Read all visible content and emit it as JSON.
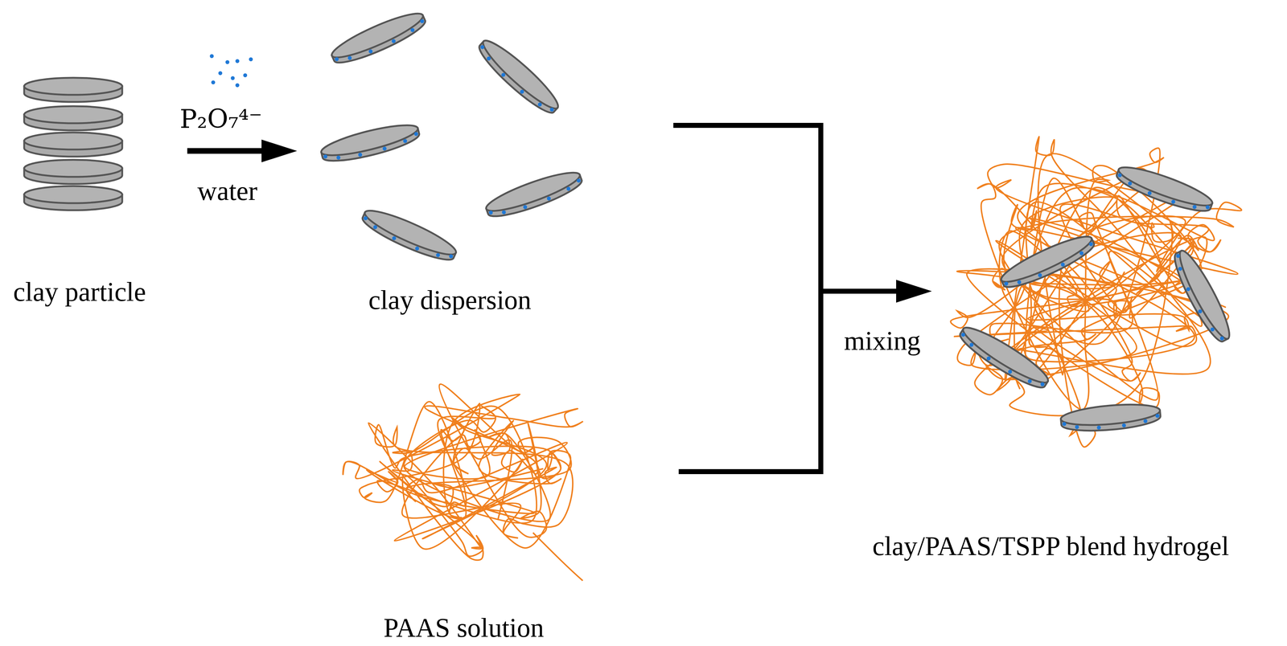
{
  "diagram": {
    "nodes": [
      {
        "text": [
          "clay particle"
        ]
      },
      {
        "text": [
          "clay dispersion"
        ]
      },
      {
        "text": [
          "PAAS solution"
        ]
      },
      {
        "text": [
          "clay/PAAS/TSPP blend hydrogel"
        ]
      }
    ],
    "edges": [
      {
        "from": 0,
        "to": 1,
        "arrow": "to"
      },
      {
        "from": 1,
        "to": 3,
        "arrow": "to"
      },
      {
        "from": 2,
        "to": 3,
        "arrow": "to"
      }
    ],
    "labels": [
      "P₂O₇⁴⁻",
      "water",
      "mixing"
    ]
  }
}
